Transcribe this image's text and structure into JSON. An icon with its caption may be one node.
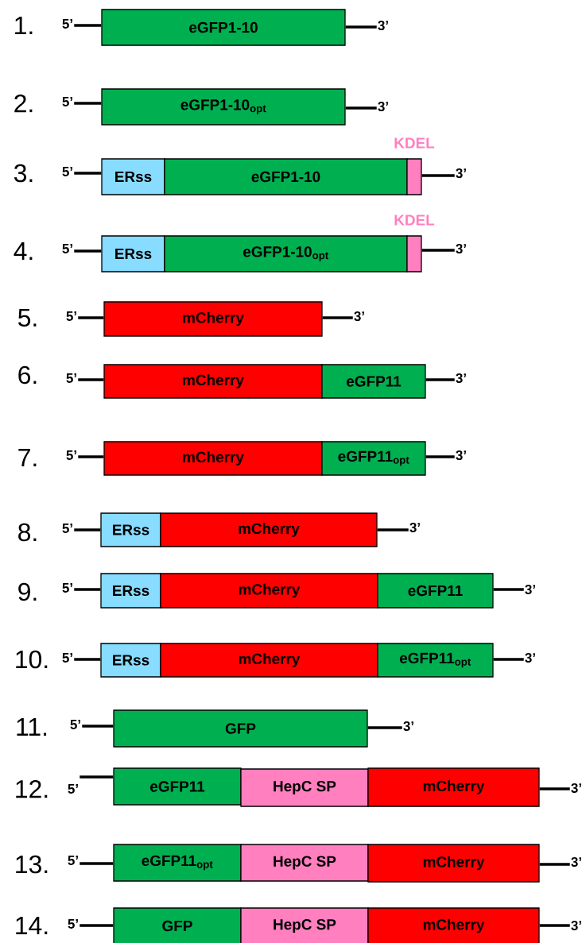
{
  "diagram": {
    "nodes": [
      {
        "text": [
          "5’"
        ]
      },
      {
        "text": [
          "eGFP1-10"
        ]
      },
      {
        "text": [
          "3’"
        ]
      },
      {
        "text": [
          "5’"
        ]
      },
      {
        "text": [
          "eGFP1-10$_{opt}$"
        ]
      },
      {
        "text": [
          "3’"
        ]
      },
      {
        "text": [
          "5’"
        ]
      },
      {
        "text": [
          "ERss"
        ]
      },
      {
        "text": [
          "eGFP1-10"
        ]
      },
      {
        "text": [
          "KDEL"
        ]
      },
      {
        "text": [
          "3’"
        ]
      },
      {
        "text": [
          "5’"
        ]
      },
      {
        "text": [
          "ERss"
        ]
      },
      {
        "text": [
          "eGFP1-10$_{opt}$"
        ]
      },
      {
        "text": [
          "KDEL"
        ]
      },
      {
        "text": [
          "3’"
        ]
      },
      {
        "text": [
          "5’"
        ]
      },
      {
        "text": [
          "mCherry"
        ]
      },
      {
        "text": [
          "3’"
        ]
      },
      {
        "text": [
          "5’"
        ]
      },
      {
        "text": [
          "mCherry"
        ]
      },
      {
        "text": [
          "eGFP11"
        ]
      },
      {
        "text": [
          "3’"
        ]
      },
      {
        "text": [
          "5’"
        ]
      },
      {
        "text": [
          "mCherry"
        ]
      },
      {
        "text": [
          "eGFP11$_{opt}$"
        ]
      },
      {
        "text": [
          "3’"
        ]
      },
      {
        "text": [
          "5’"
        ]
      },
      {
        "text": [
          "ERss"
        ]
      },
      {
        "text": [
          "mCherry"
        ]
      },
      {
        "text": [
          "3’"
        ]
      },
      {
        "text": [
          "5’"
        ]
      },
      {
        "text": [
          "ERss"
        ]
      },
      {
        "text": [
          "mCherry"
        ]
      },
      {
        "text": [
          "eGFP11"
        ]
      },
      {
        "text": [
          "3’"
        ]
      },
      {
        "text": [
          "5’"
        ]
      },
      {
        "text": [
          "ERss"
        ]
      },
      {
        "text": [
          "mCherry"
        ]
      },
      {
        "text": [
          "eGFP11$_{opt}$"
        ]
      },
      {
        "text": [
          "3’"
        ]
      },
      {
        "text": [
          "5’"
        ]
      },
      {
        "text": [
          "GFP"
        ]
      },
      {
        "text": [
          "3’"
        ]
      },
      {
        "text": [
          "5’"
        ]
      },
      {
        "text": [
          "eGFP11"
        ]
      },
      {
        "text": [
          "HepC SP"
        ]
      },
      {
        "text": [
          "mCherry"
        ]
      },
      {
        "text": [
          "3’"
        ]
      },
      {
        "text": [
          "5’"
        ]
      },
      {
        "text": [
          "eGFP11$_{opt}$"
        ]
      },
      {
        "text": [
          "HepC SP"
        ]
      },
      {
        "text": [
          "mCherry"
        ]
      },
      {
        "text": [
          "3’"
        ]
      },
      {
        "text": [
          "5’"
        ]
      },
      {
        "text": [
          "GFP"
        ]
      },
      {
        "text": [
          "HepC SP"
        ]
      },
      {
        "text": [
          "mCherry"
        ]
      },
      {
        "text": [
          "3’"
        ]
      }
    ],
    "edges": [
      {
        "from": 0,
        "to": 1,
        "arrow": "none"
      },
      {
        "from": 1,
        "to": 2,
        "arrow": "none"
      },
      {
        "from": 3,
        "to": 4,
        "arrow": "none"
      },
      {
        "from": 4,
        "to": 5,
        "arrow": "none"
      },
      {
        "from": 6,
        "to": 7,
        "arrow": "none"
      },
      {
        "from": 9,
        "to": 10,
        "arrow": "none"
      },
      {
        "from": 11,
        "to": 12,
        "arrow": "none"
      },
      {
        "from": 14,
        "to": 15,
        "arrow": "none"
      },
      {
        "from": 16,
        "to": 17,
        "arrow": "none"
      },
      {
        "from": 17,
        "to": 18,
        "arrow": "none"
      },
      {
        "from": 19,
        "to": 20,
        "arrow": "none"
      },
      {
        "from": 21,
        "to": 22,
        "arrow": "none"
      },
      {
        "from": 23,
        "to": 24,
        "arrow": "none"
      },
      {
        "from": 25,
        "to": 26,
        "arrow": "none"
      },
      {
        "from": 27,
        "to": 28,
        "arrow": "none"
      },
      {
        "from": 29,
        "to": 30,
        "arrow": "none"
      },
      {
        "from": 31,
        "to": 32,
        "arrow": "none"
      },
      {
        "from": 34,
        "to": 35,
        "arrow": "none"
      },
      {
        "from": 36,
        "to": 37,
        "arrow": "none"
      },
      {
        "from": 39,
        "to": 40,
        "arrow": "none"
      },
      {
        "from": 41,
        "to": 42,
        "arrow": "none"
      },
      {
        "from": 42,
        "to": 43,
        "arrow": "none"
      },
      {
        "from": 44,
        "to": 45,
        "arrow": "none"
      },
      {
        "from": 47,
        "to": 48,
        "arrow": "none"
      },
      {
        "from": 49,
        "to": 50,
        "arrow": "none"
      },
      {
        "from": 52,
        "to": 53,
        "arrow": "none"
      },
      {
        "from": 54,
        "to": 55,
        "arrow": "none"
      },
      {
        "from": 57,
        "to": 58,
        "arrow": "none"
      }
    ],
    "labels": [
      "1.",
      "2.",
      "3.",
      "4.",
      "5.",
      "6.",
      "7.",
      "8.",
      "9.",
      "10.",
      "11.",
      "12.",
      "13.",
      "14."
    ]
  }
}
